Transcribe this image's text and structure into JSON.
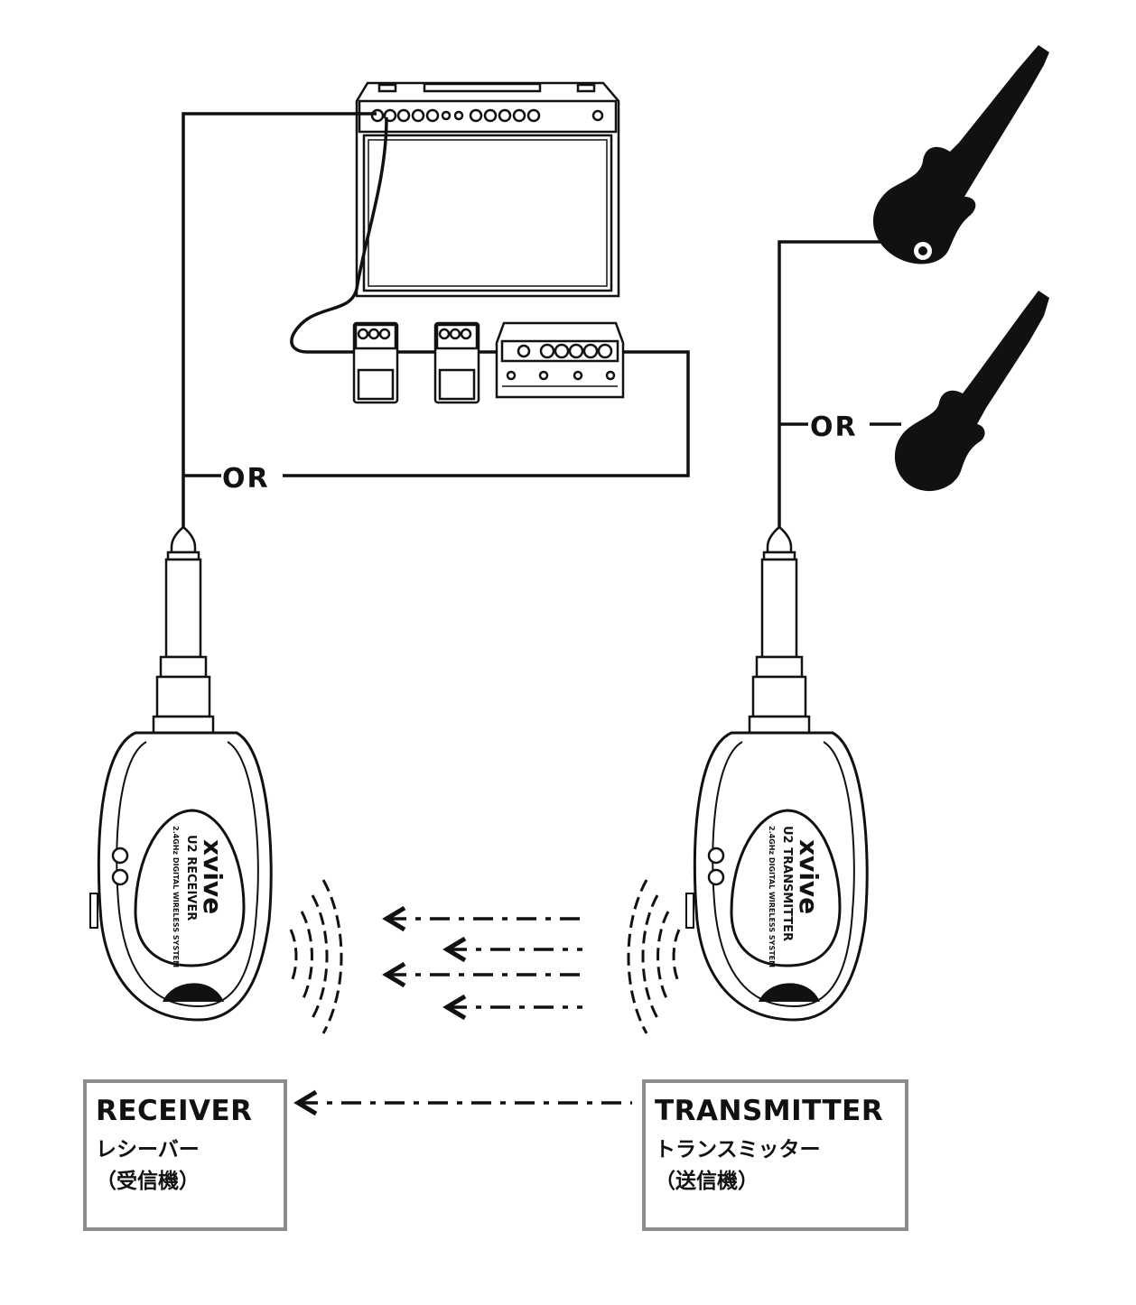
{
  "connectors": {
    "or_left": "OR",
    "or_right": "OR"
  },
  "receiver": {
    "title": "RECEIVER",
    "subtitle_kana": "レシーバー",
    "subtitle_kanji": "（受信機）",
    "device_brand": "xvive",
    "device_model": "U2 RECEIVER",
    "device_band": "2.4GHz DIGITAL WIRELESS SYSTEM"
  },
  "transmitter": {
    "title": "TRANSMITTER",
    "subtitle_kana": "トランスミッター",
    "subtitle_kanji": "（送信機）",
    "device_brand": "xvive",
    "device_model": "U2 TRANSMITTER",
    "device_band": "2.4GHz DIGITAL WIRELESS SYSTEM"
  },
  "icons": [
    "guitar-amp-icon",
    "effect-pedal-icon",
    "multi-effects-unit-icon",
    "electric-guitar-icon",
    "bass-guitar-icon",
    "plug-icon",
    "wireless-signal-icon"
  ],
  "colors": {
    "line": "#111111",
    "box_border": "#8c8c8c",
    "background": "#ffffff"
  }
}
